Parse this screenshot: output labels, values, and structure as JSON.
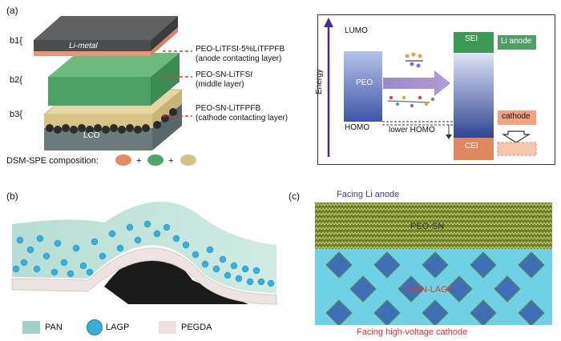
{
  "panel_a": {
    "label": "(a)",
    "stack": {
      "b1": "b1{",
      "b2": "b2{",
      "b3": "b3{",
      "li_metal": "Li-metal",
      "lco": "LCO",
      "annotations": [
        {
          "title": "PEO-LiTFSI-5%LiTFPFB",
          "sub": "(anode contacting layer)"
        },
        {
          "title": "PEO-SN-LiTFSI",
          "sub": "(middle layer)"
        },
        {
          "title": "PEO-SN-LiTFPFB",
          "sub": "(cathode contacting layer)"
        }
      ]
    },
    "composition": {
      "label": "DSM-SPE composition:",
      "plus": "+",
      "colors": [
        "#e38a64",
        "#4ea66a",
        "#d3c48a"
      ]
    },
    "energy": {
      "axis": "Energy",
      "lumo": "LUMO",
      "peo": "PEO",
      "homo": "HOMO",
      "lower_homo": "lower HOMO",
      "sei": "SEI",
      "cei": "CEI",
      "li_anode": "Li anode",
      "cathode": "cathode"
    }
  },
  "panel_b": {
    "label": "(b)",
    "legend": [
      {
        "name": "PAN",
        "color": "#9fd2c6"
      },
      {
        "name": "LAGP",
        "color": "#3aaed6"
      },
      {
        "name": "PEGDA",
        "color": "#ece0e0"
      }
    ]
  },
  "panel_c": {
    "label": "(c)",
    "top": "Facing Li anode",
    "layer1": "PEO-SN",
    "layer2": "LPAN-LAGP",
    "bottom": "Facing high-voltage cathode"
  }
}
